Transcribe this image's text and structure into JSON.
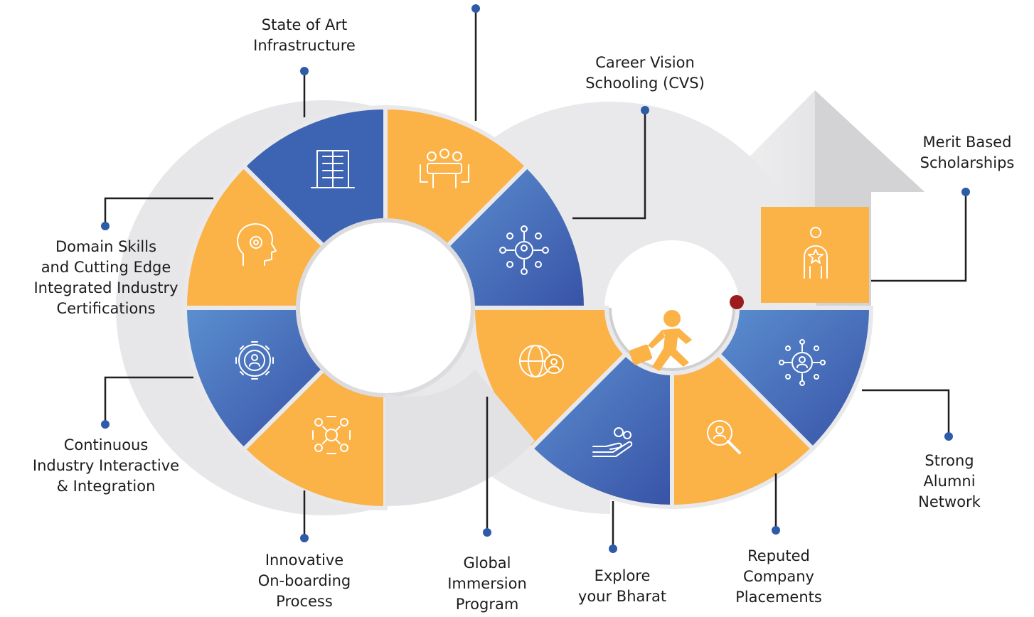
{
  "palette": {
    "orange": "#FBB247",
    "blue": "#3D63B3",
    "blue_light": "#5B8FD0",
    "connector": "#1f1f1f",
    "dot": "#2E5BA8",
    "red_dot": "#9B1B1E",
    "arrow_gray": "#E3E3E5"
  },
  "features": [
    {
      "id": "top",
      "text": ""
    },
    {
      "id": "infrastructure",
      "text": "State of Art\nInfrastructure",
      "icon": "building-icon"
    },
    {
      "id": "cvs",
      "text": "Career Vision\nSchooling (CVS)",
      "icon": "network-people-icon"
    },
    {
      "id": "scholarships",
      "text": "Merit Based\nScholarships",
      "icon": "award-person-icon"
    },
    {
      "id": "domain",
      "text": "Domain Skills\nand Cutting Edge\nIntegrated Industry\nCertifications",
      "icon": "head-gear-icon"
    },
    {
      "id": "interaction",
      "text": "Continuous\nIndustry Interactive\n& Integration",
      "icon": "gear-person-icon"
    },
    {
      "id": "onboarding",
      "text": "Innovative\nOn-boarding\nProcess",
      "icon": "team-hands-icon"
    },
    {
      "id": "immersion",
      "text": "Global\nImmersion\nProgram",
      "icon": "globe-person-icon"
    },
    {
      "id": "bharat",
      "text": "Explore\nyour Bharat",
      "icon": "hand-coins-icon"
    },
    {
      "id": "placements",
      "text": "Reputed\nCompany\nPlacements",
      "icon": "search-person-icon"
    },
    {
      "id": "alumni",
      "text": "Strong\nAlumni\nNetwork",
      "icon": "alumni-network-icon"
    }
  ],
  "meeting_icon": "meeting-table-icon",
  "walker_icon": "walking-briefcase-icon"
}
